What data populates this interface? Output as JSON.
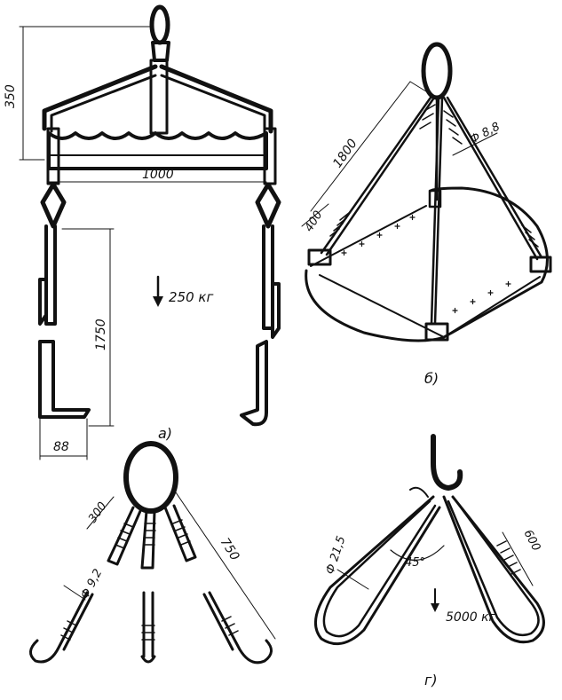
{
  "figure_a": {
    "label": "а)",
    "dim_height": "350",
    "dim_width": "1000",
    "dim_length": "1750",
    "dim_foot": "88",
    "load": "250 кг"
  },
  "figure_b": {
    "label": "б)",
    "dim_sling": "1800",
    "dim_diameter": "Ф 8,8",
    "dim_splice": "400"
  },
  "figure_v": {
    "dim_splice": "300",
    "dim_length": "750",
    "dim_diameter": "Ф 9,2"
  },
  "figure_g": {
    "label": "г)",
    "dim_diameter": "Ф 21,5",
    "angle": "45°",
    "dim_splice": "600",
    "load": "5000 кг"
  }
}
